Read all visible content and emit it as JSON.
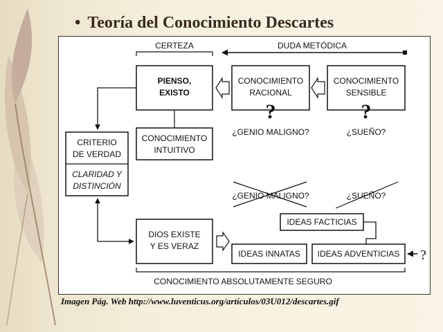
{
  "slide": {
    "bullet": "•",
    "title": "Teoría del Conocimiento Descartes",
    "caption": "Imagen Pág. Web http://www.luventicus.org/artículos/03U012/descartes.gif"
  },
  "diagram": {
    "certeza": "CERTEZA",
    "duda": "DUDA METÓDICA",
    "pienso": [
      "PIENSO,",
      "EXISTO"
    ],
    "racional": [
      "CONOCIMIENTO",
      "RACIONAL"
    ],
    "sensible": [
      "CONOCIMIENTO",
      "SENSIBLE"
    ],
    "question_mark": "?",
    "genio_maligno": "¿GENIO MALIGNO?",
    "sueno": "¿SUEÑO?",
    "criterio": [
      "CRITERIO",
      "DE VERDAD"
    ],
    "claridad": [
      "CLARIDAD Y",
      "DISTINCIÓN"
    ],
    "intuitivo": [
      "CONOCIMIENTO",
      "INTUITIVO"
    ],
    "dios": [
      "DIOS EXISTE",
      "Y ES VERAZ"
    ],
    "facticias": "IDEAS FACTICIAS",
    "innatas": "IDEAS INNATAS",
    "adventicias": "IDEAS ADVENTICIAS",
    "seguro": "CONOCIMIENTO ABSOLUTAMENTE SEGURO"
  }
}
